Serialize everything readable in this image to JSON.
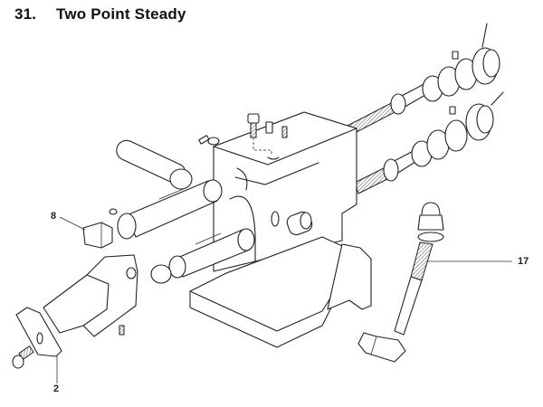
{
  "title": {
    "number": "31.",
    "text": "Two Point Steady"
  },
  "diagram": {
    "type": "exploded-parts-view",
    "labels": [
      {
        "id": "8",
        "text": "8",
        "part": "jaw tip / pad"
      },
      {
        "id": "2",
        "text": "2",
        "part": "clamp plate"
      },
      {
        "id": "17",
        "text": "17",
        "part": "stud bolt with cap nut and washer"
      }
    ],
    "colors": {
      "background": "#ffffff",
      "line": "#222222"
    }
  }
}
